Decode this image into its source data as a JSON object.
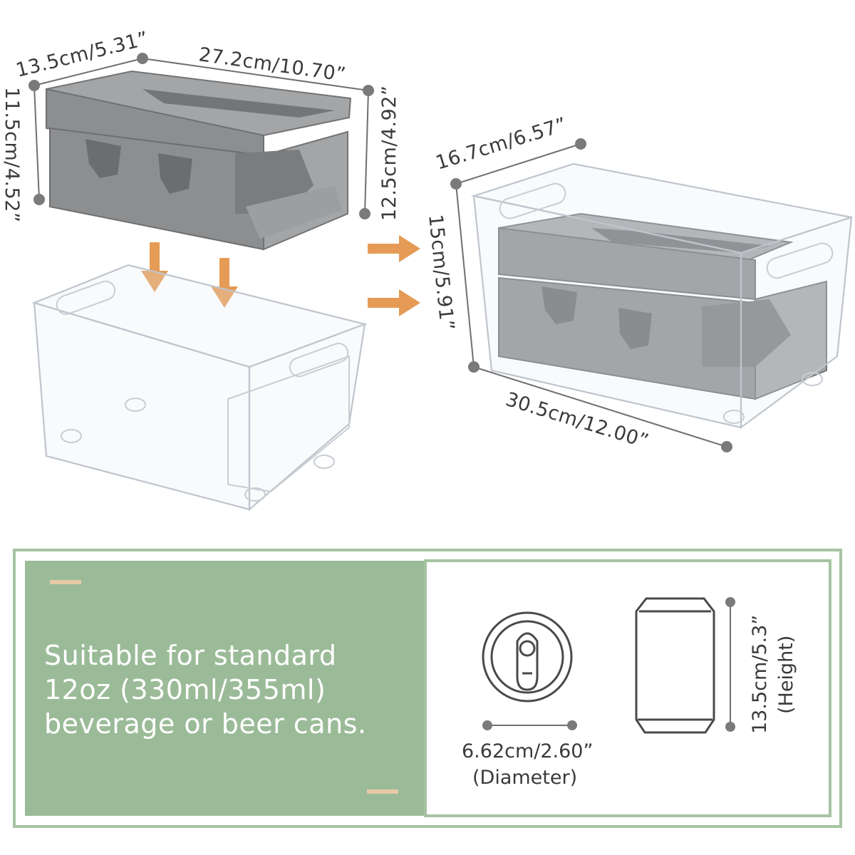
{
  "dimensions": {
    "rack_depth": "13.5cm/5.31”",
    "rack_length": "27.2cm/10.70”",
    "rack_front_height": "11.5cm/4.52”",
    "rack_back_height": "12.5cm/4.92”",
    "bin_depth": "16.7cm/6.57”",
    "bin_height": "15cm/5.91”",
    "bin_length": "30.5cm/12.00”"
  },
  "panel": {
    "line1": "Suitable for standard",
    "line2": "12oz (330ml/355ml)",
    "line3": "beverage or beer cans."
  },
  "can": {
    "diameter": "6.62cm/2.60”",
    "diameter_label": "(Diameter)",
    "height": "13.5cm/5.3”",
    "height_label": "(Height)"
  },
  "colors": {
    "panel_green": "#9bbb98",
    "frame_green": "#a6c3a2",
    "accent_tan": "#e8c9a6",
    "arrow_orange": "#e59b55",
    "rack_gray": "#8d8e90"
  },
  "icons": {
    "can_top": "can-top-icon",
    "can_side": "can-side-icon",
    "arrow": "arrow-icon"
  }
}
